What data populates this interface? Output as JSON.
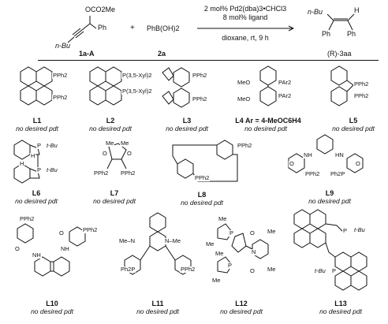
{
  "scheme": {
    "reactant1": {
      "substituent": "OCO2Me",
      "phenyl": "Ph",
      "butyl": "n-Bu",
      "label": "1a-A"
    },
    "plus": "+",
    "reactant2": {
      "formula": "PhB(OH)2",
      "label": "2a"
    },
    "conditions": {
      "catalyst": "2 mol% Pd2(dba)3•CHCl3",
      "ligand": "8 mol% ligand",
      "solvent": "dioxane, rt, 9 h"
    },
    "product": {
      "butyl": "n-Bu",
      "hydrogen": "H",
      "phenyl_left": "Ph",
      "phenyl_right": "Ph",
      "label": "(R)-3aa"
    }
  },
  "ligands": [
    {
      "label": "L1",
      "result": "no desired pdt",
      "groups": [
        "PPh2",
        "PPh2"
      ]
    },
    {
      "label": "L2",
      "result": "no desired pdt",
      "groups": [
        "P(3,5-Xyl)2",
        "P(3,5-Xyl)2"
      ]
    },
    {
      "label": "L3",
      "result": "no desired pdt",
      "groups": [
        "PPh2",
        "PPh2"
      ]
    },
    {
      "label": "L4 Ar = 4-MeOC6H4",
      "result": "no desired pdt",
      "groups": [
        "MeO",
        "MeO",
        "PAr2",
        "PAr2"
      ]
    },
    {
      "label": "L5",
      "result": "no desired pdt",
      "groups": [
        "PPh2",
        "PPh2"
      ]
    },
    {
      "label": "L6",
      "result": "no desired pdt",
      "groups": [
        "P",
        "t-Bu",
        "P",
        "t-Bu",
        "H",
        "H"
      ]
    },
    {
      "label": "L7",
      "result": "no desired pdt",
      "groups": [
        "Me",
        "Me",
        "O",
        "O",
        "PPh2",
        "PPh2"
      ]
    },
    {
      "label": "L8",
      "result": "no desired pdt",
      "groups": [
        "PPh2",
        "PPh2"
      ]
    },
    {
      "label": "L9",
      "result": "no desired pdt",
      "groups": [
        "NH",
        "HN",
        "O",
        "O",
        "PPh2",
        "Ph2P"
      ]
    },
    {
      "label": "L10",
      "result": "no desired pdt",
      "groups": [
        "PPh2",
        "PPh2",
        "O",
        "O",
        "NH",
        "NH"
      ]
    },
    {
      "label": "L11",
      "result": "no desired pdt",
      "groups": [
        "Me–N",
        "N–Me",
        "Ph2P",
        "PPh2"
      ]
    },
    {
      "label": "L12",
      "result": "no desired pdt",
      "groups": [
        "Me",
        "Me",
        "Me",
        "Me",
        "P",
        "P",
        "O",
        "O",
        "N",
        "Me",
        "Me"
      ]
    },
    {
      "label": "L13",
      "result": "no desired pdt",
      "groups": [
        "P",
        "t-Bu",
        "P",
        "t-Bu"
      ]
    }
  ]
}
